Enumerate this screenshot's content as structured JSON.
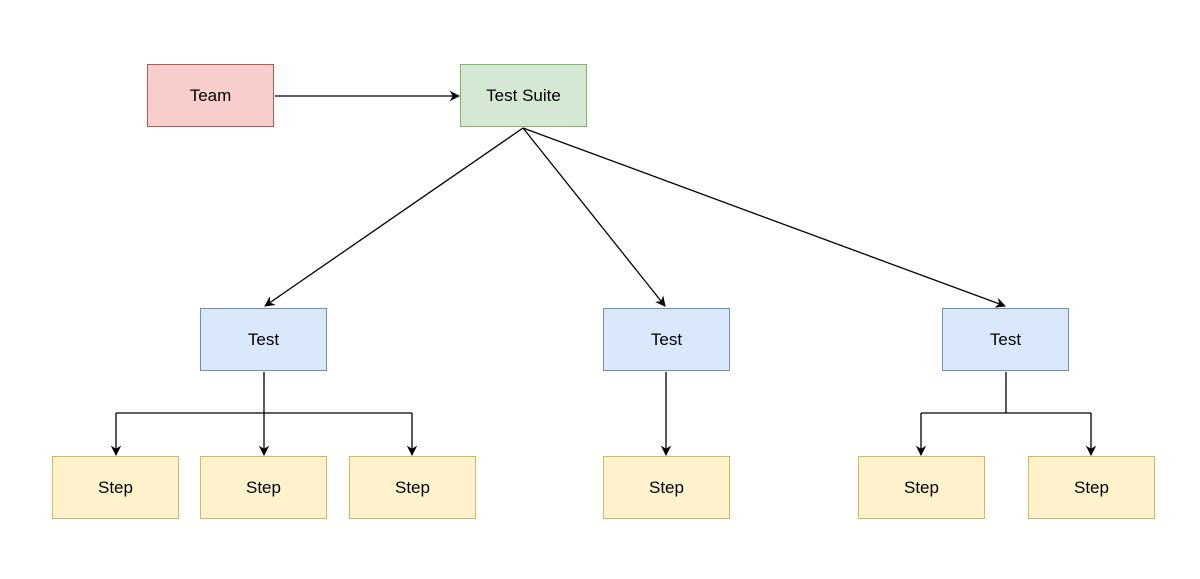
{
  "nodes": {
    "team": "Team",
    "suite": "Test Suite",
    "test1": "Test",
    "test2": "Test",
    "test3": "Test",
    "step1": "Step",
    "step2": "Step",
    "step3": "Step",
    "step4": "Step",
    "step5": "Step",
    "step6": "Step"
  },
  "colors": {
    "team_fill": "#f8cecc",
    "suite_fill": "#d5e8d4",
    "test_fill": "#dae8fc",
    "step_fill": "#fff2cc",
    "edge": "#000000"
  }
}
